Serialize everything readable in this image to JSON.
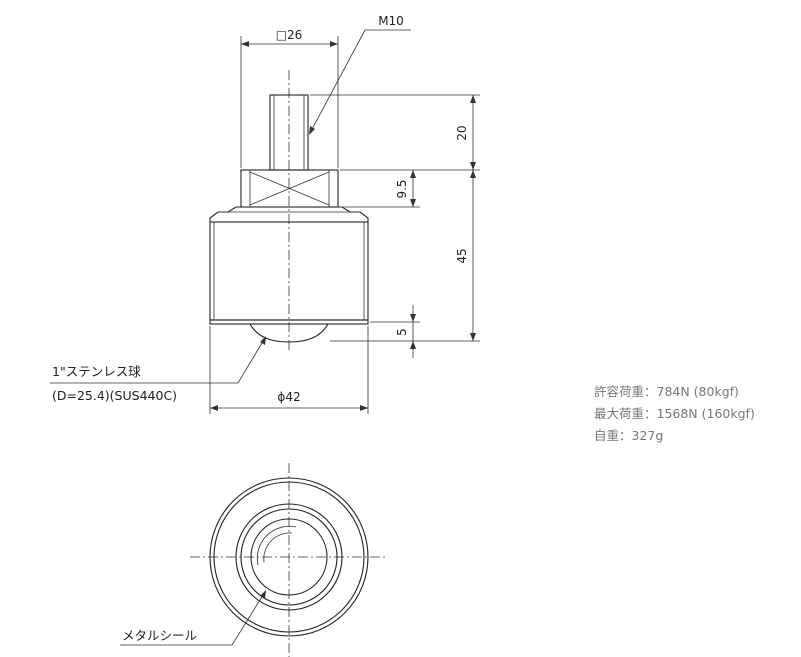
{
  "dimensions": {
    "hex_width": "□26",
    "thread": "M10",
    "stud_length": "20",
    "hex_height": "9.5",
    "body_height": "45",
    "ball_protrusion": "5",
    "body_diameter": "ϕ42"
  },
  "callouts": {
    "ball_line1": "1\"ステンレス球",
    "ball_line2": "(D=25.4)(SUS440C)",
    "seal": "メタルシール"
  },
  "specs": {
    "allowable_load": "許容荷重：784N (80kgf)",
    "max_load": "最大荷重：1568N (160kgf)",
    "weight": "自重：327g"
  }
}
